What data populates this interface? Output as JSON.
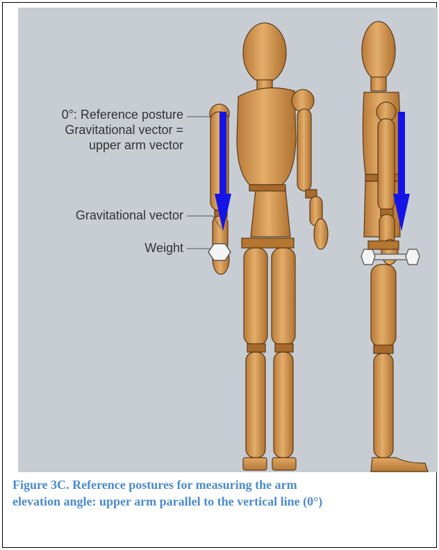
{
  "figure": {
    "callouts": {
      "reference_line1": "0°: Reference posture",
      "reference_line2": "Gravitational vector =",
      "reference_line3": "upper arm vector",
      "gravitational_vector": "Gravitational vector",
      "weight": "Weight"
    },
    "colors": {
      "background": "#c8cdd3",
      "wood": "#d89a52",
      "vector": "#1414e6",
      "caption": "#4a8bd0"
    },
    "arm_elevation_angle_deg": 0
  },
  "caption": {
    "line1": "Figure 3C. Reference postures for measuring the arm",
    "line2": "elevation angle: upper arm parallel to the vertical line (0°)"
  }
}
